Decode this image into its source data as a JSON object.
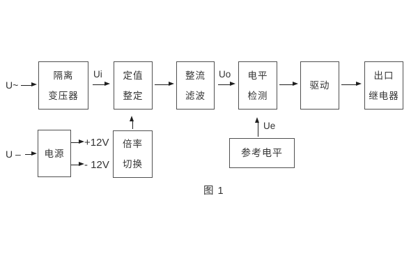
{
  "diagram": {
    "caption": "图 1",
    "inputs": {
      "ac": "U~",
      "dc": "U –"
    },
    "signals": {
      "ui": "Ui",
      "uo": "Uo",
      "ue": "Ue",
      "plus12v": "+12V",
      "minus12v": "- 12V"
    },
    "blocks": {
      "isolation_transformer": {
        "line1": "隔离",
        "line2": "变压器"
      },
      "setting_adjustment": {
        "line1": "定值",
        "line2": "整定"
      },
      "rectifier_filter": {
        "line1": "整流",
        "line2": "滤波"
      },
      "level_detection": {
        "line1": "电平",
        "line2": "检测"
      },
      "driver": {
        "line1": "驱动"
      },
      "output_relay": {
        "line1": "出口",
        "line2": "继电器"
      },
      "power_supply": {
        "line1": "电源"
      },
      "ratio_switch": {
        "line1": "倍率",
        "line2": "切换"
      },
      "reference_level": {
        "line1": "参考电平"
      }
    },
    "colors": {
      "background": "#ffffff",
      "border": "#4f4f4f",
      "text": "#333333",
      "line": "#1f1f1f"
    }
  }
}
